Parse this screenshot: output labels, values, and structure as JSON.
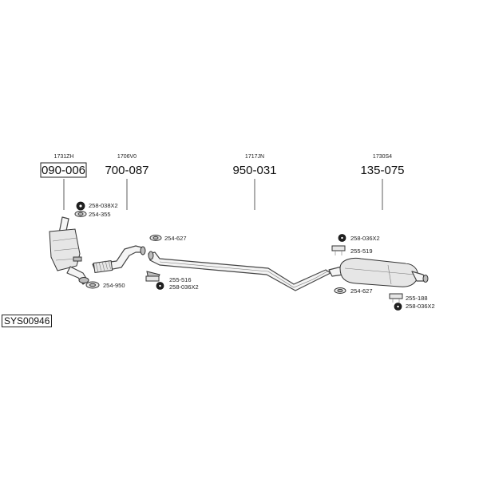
{
  "sections": [
    {
      "small": "1731ZH",
      "big": "090-006",
      "boxed": true
    },
    {
      "small": "1706V0",
      "big": "700-087",
      "boxed": false
    },
    {
      "small": "1717JN",
      "big": "950-031",
      "boxed": false
    },
    {
      "small": "1730S4",
      "big": "135-075",
      "boxed": false
    }
  ],
  "parts": {
    "p1": "258-038X2",
    "p2": "254-355",
    "p3": "254-950",
    "p4": "254-627",
    "p5": "255-516",
    "p6": "258-036X2",
    "p7": "258-036X2",
    "p8": "255-519",
    "p9": "254-627",
    "p10": "255-188",
    "p11": "258-036X2"
  },
  "system_code": "SYS00946"
}
